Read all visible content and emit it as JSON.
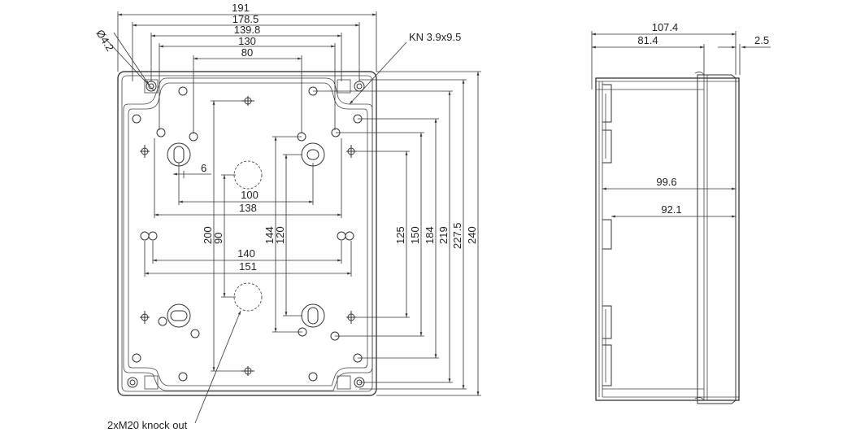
{
  "front_view": {
    "width_dims": [
      "191",
      "178.5",
      "139.8",
      "130",
      "80"
    ],
    "hole_label": "Ø4.2",
    "kn_label": "KN 3.9x9.5",
    "inner_dims": [
      "6",
      "100",
      "138",
      "140",
      "151"
    ],
    "left_vert_dims": [
      "200",
      "90"
    ],
    "mid_vert_dims": [
      "144",
      "120"
    ],
    "right_vert_dims": [
      "125",
      "150",
      "184",
      "219",
      "227.5",
      "240"
    ],
    "knockout_label": "2xM20 knock out"
  },
  "side_view": {
    "top_dims": [
      "107.4",
      "81.4",
      "2.5"
    ],
    "mid_dims": [
      "99.6",
      "92.1"
    ]
  }
}
